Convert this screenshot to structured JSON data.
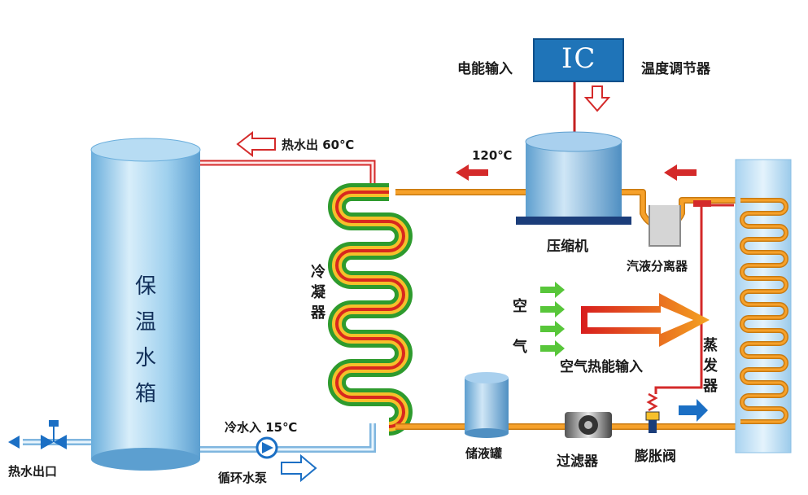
{
  "colors": {
    "pipe_orange": "#f6a12a",
    "pipe_red": "#d42a2a",
    "coil_green": "#2e9b2e",
    "tank_blue": "#8fc7ea",
    "controller_blue": "#1f74b8",
    "arrow_green": "#58c63a",
    "flow_blue": "#1b6fc4"
  },
  "controller": {
    "text": "IC",
    "label": "温度调节器",
    "power_label": "电能输入"
  },
  "tank": {
    "label": "保温水箱"
  },
  "hot_out": {
    "label": "热水出 60℃"
  },
  "compressor": {
    "label": "压缩机",
    "temp": "120℃"
  },
  "separator": {
    "label": "汽液分离器"
  },
  "condenser": {
    "label": "冷凝器"
  },
  "evaporator": {
    "label": "蒸发器"
  },
  "air": {
    "label": "空气",
    "input_label": "空气热能输入"
  },
  "receiver": {
    "label": "储液罐"
  },
  "filter": {
    "label": "过滤器"
  },
  "expansion_valve": {
    "label": "膨胀阀"
  },
  "pump": {
    "label": "循环水泵",
    "cold_in": "冷水入 15℃"
  },
  "hot_outlet": {
    "label": "热水出口"
  }
}
